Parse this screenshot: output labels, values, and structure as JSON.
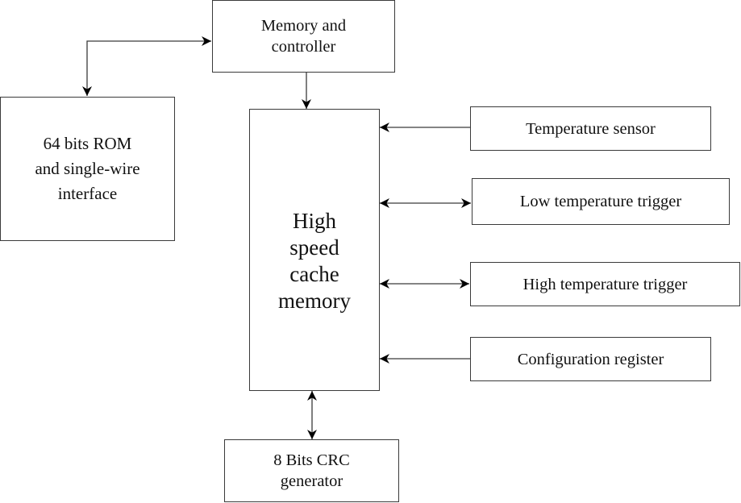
{
  "diagram": {
    "type": "block-diagram",
    "blocks": {
      "memory_controller": "Memory and\ncontroller",
      "rom": "64 bits ROM\nand single-wire\ninterface",
      "cache": "High\nspeed\ncache\nmemory",
      "temp_sensor": "Temperature sensor",
      "low_trigger": "Low temperature trigger",
      "high_trigger": "High temperature trigger",
      "config_register": "Configuration register",
      "crc": "8 Bits CRC\ngenerator"
    },
    "connections": [
      {
        "from": "rom",
        "to": "memory_controller",
        "direction": "bidirectional"
      },
      {
        "from": "memory_controller",
        "to": "cache",
        "direction": "forward"
      },
      {
        "from": "temp_sensor",
        "to": "cache",
        "direction": "forward"
      },
      {
        "from": "low_trigger",
        "to": "cache",
        "direction": "bidirectional"
      },
      {
        "from": "high_trigger",
        "to": "cache",
        "direction": "bidirectional"
      },
      {
        "from": "config_register",
        "to": "cache",
        "direction": "forward"
      },
      {
        "from": "crc",
        "to": "cache",
        "direction": "bidirectional"
      }
    ],
    "colors": {
      "line": "#3a3a3a",
      "arrowhead": "#000000",
      "background": "#ffffff"
    }
  }
}
